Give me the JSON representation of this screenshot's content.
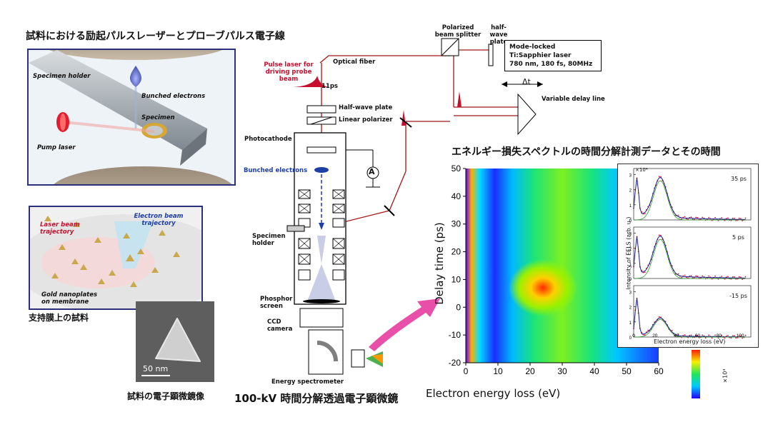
{
  "titles": {
    "top_left": "試料における励起パルスレーザーとプローブパルス電子線",
    "spectra": "エネルギー損失スペクトルの時間分解計測データとその時間",
    "microscope": "100-kV 時間分解透過電子顕微鏡",
    "support_membrane": "支持膜上の試料",
    "micrograph": "試料の電子顕微鏡像"
  },
  "specimen_panel": {
    "holder": "Specimen holder",
    "bunched": "Bunched electrons",
    "specimen": "Specimen",
    "pump": "Pump laser"
  },
  "membrane_panel": {
    "laser_traj": "Laser beam trajectory",
    "electron_traj": "Electron beam trajectory",
    "nanoplates": "Gold nanoplates on membrane"
  },
  "micrograph": {
    "scale": "50 nm"
  },
  "setup": {
    "pulse_laser": "Pulse laser for driving probe beam",
    "optical_fiber": "Optical fiber",
    "pulse_width": "11ps",
    "splitter": "Polarized beam splitter",
    "halfwave_top": "half-wave plate",
    "laser_box": [
      "Mode-locked",
      "Ti:Sapphier laser",
      "780 nm, 180 fs, 80MHz"
    ],
    "delta_t": "Δt",
    "delay_line": "Variable delay line",
    "halfwave": "Half-wave plate",
    "polarizer": "Linear polarizer",
    "photocathode": "Photocathode",
    "bunched": "Bunched electrons",
    "ammeter": "A",
    "holder": "Specimen holder",
    "phosphor": "Phosphor screen",
    "ccd": "CCD camera",
    "spectrometer": "Energy spectrometer"
  },
  "chart_data": [
    {
      "type": "heatmap",
      "title": "",
      "xlabel": "Electron energy loss (eV)",
      "ylabel": "Delay time (ps)",
      "xlim": [
        0,
        60
      ],
      "ylim": [
        -20,
        50
      ],
      "xticks": [
        "0",
        "10",
        "20",
        "30",
        "40",
        "50",
        "60"
      ],
      "yticks": [
        "50",
        "40",
        "30",
        "20",
        "10",
        "0",
        "-10",
        "-20"
      ],
      "colorbar": {
        "ticks": [
          "30",
          "20",
          "10",
          "0"
        ],
        "unit": "×10³",
        "range": [
          0,
          33
        ]
      },
      "peak": {
        "energy_eV": 24,
        "delay_ps": 7
      }
    },
    {
      "type": "line",
      "title": "",
      "xlabel": "Electron energy loss (eV)",
      "ylabel": "Intensity of EELS (arb. u.)",
      "multiplier": "×10⁴",
      "xticks": [
        "0",
        "20",
        "40",
        "60",
        "80",
        "100"
      ],
      "yticks": [
        "3",
        "2",
        "1",
        "0"
      ],
      "panels": [
        "35 ps",
        "5 ps",
        "-15 ps"
      ]
    }
  ]
}
